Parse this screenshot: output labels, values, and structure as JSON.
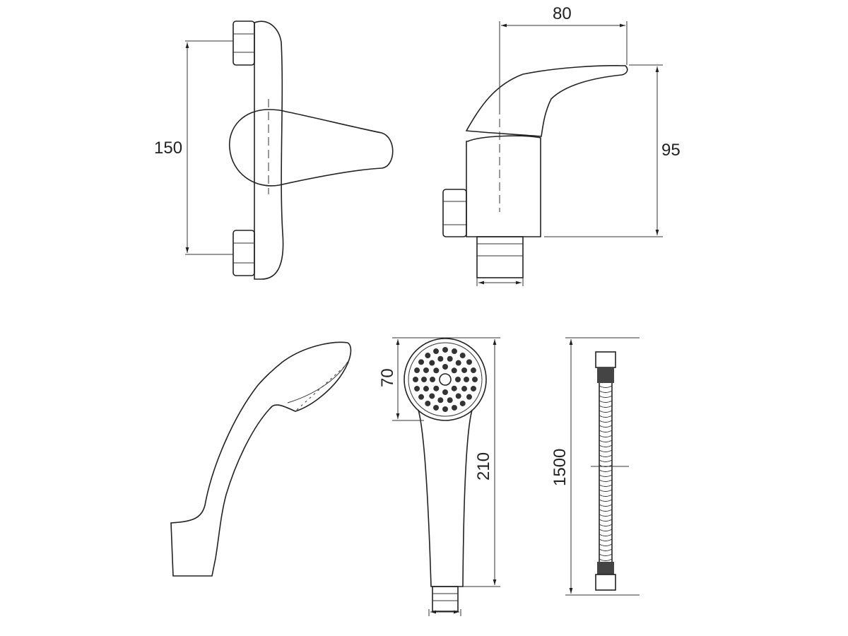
{
  "diagram": {
    "title": "Shower mixer technical drawing",
    "dimensions": {
      "side_view_width": "80",
      "side_view_height": "95",
      "front_view_height": "150",
      "shower_head_diameter": "70",
      "hand_shower_length": "210",
      "hose_length": "1500"
    }
  }
}
